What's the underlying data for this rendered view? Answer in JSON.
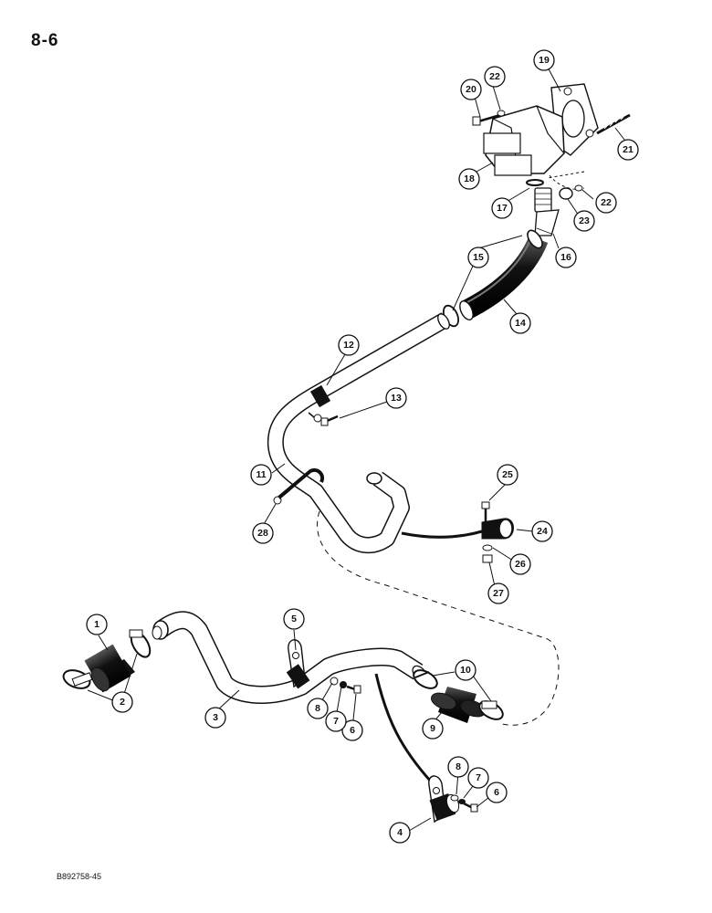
{
  "page_number": "8-6",
  "figure_code": "B892758-45",
  "callouts": [
    {
      "id": "c1",
      "label": "1"
    },
    {
      "id": "c2",
      "label": "2"
    },
    {
      "id": "c3",
      "label": "3"
    },
    {
      "id": "c4",
      "label": "4"
    },
    {
      "id": "c5",
      "label": "5"
    },
    {
      "id": "c6a",
      "label": "6"
    },
    {
      "id": "c6b",
      "label": "6"
    },
    {
      "id": "c7a",
      "label": "7"
    },
    {
      "id": "c7b",
      "label": "7"
    },
    {
      "id": "c8a",
      "label": "8"
    },
    {
      "id": "c8b",
      "label": "8"
    },
    {
      "id": "c9",
      "label": "9"
    },
    {
      "id": "c10",
      "label": "10"
    },
    {
      "id": "c11",
      "label": "11"
    },
    {
      "id": "c12",
      "label": "12"
    },
    {
      "id": "c13",
      "label": "13"
    },
    {
      "id": "c14",
      "label": "14"
    },
    {
      "id": "c15",
      "label": "15"
    },
    {
      "id": "c16",
      "label": "16"
    },
    {
      "id": "c17",
      "label": "17"
    },
    {
      "id": "c18",
      "label": "18"
    },
    {
      "id": "c19",
      "label": "19"
    },
    {
      "id": "c20",
      "label": "20"
    },
    {
      "id": "c21",
      "label": "21"
    },
    {
      "id": "c22a",
      "label": "22"
    },
    {
      "id": "c22b",
      "label": "22"
    },
    {
      "id": "c23",
      "label": "23"
    },
    {
      "id": "c24",
      "label": "24"
    },
    {
      "id": "c25",
      "label": "25"
    },
    {
      "id": "c26",
      "label": "26"
    },
    {
      "id": "c27",
      "label": "27"
    },
    {
      "id": "c28",
      "label": "28"
    }
  ]
}
